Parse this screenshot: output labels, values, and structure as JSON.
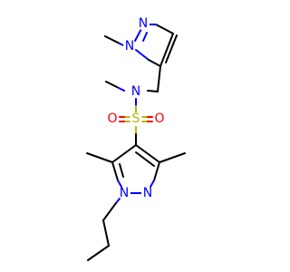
{
  "molecule": {
    "atoms": {
      "n_pz1_methyl": "N",
      "n_pz1_ring": "N",
      "n_sulfonamide": "N",
      "sulfur": "S",
      "oxygen_left": "O",
      "oxygen_right": "O",
      "n_pz2_ring": "N",
      "n_pz2_propyl": "N"
    },
    "colors": {
      "nitrogen": "#0000ff",
      "oxygen": "#ff0000",
      "sulfur": "#b8b800",
      "carbon_bond": "#000000",
      "background": "#ffffff"
    }
  }
}
